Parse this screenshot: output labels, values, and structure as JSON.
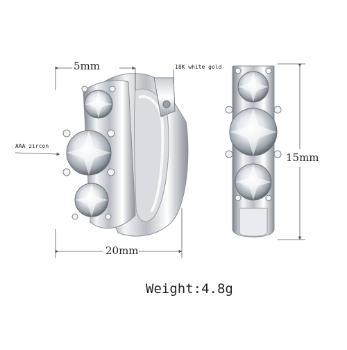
{
  "dimensions": {
    "top_width": "5mm",
    "bottom_width": "20mm",
    "height": "15mm"
  },
  "annotations": {
    "material": "18K white gold",
    "stone": "AAA zircon"
  },
  "weight": {
    "label": "Weight:",
    "value": "4.8g"
  },
  "colors": {
    "background": "#ffffff",
    "metal_highlight": "#f4f5f7",
    "metal_shadow": "#8a8f96",
    "dimension_line": "#555555"
  }
}
